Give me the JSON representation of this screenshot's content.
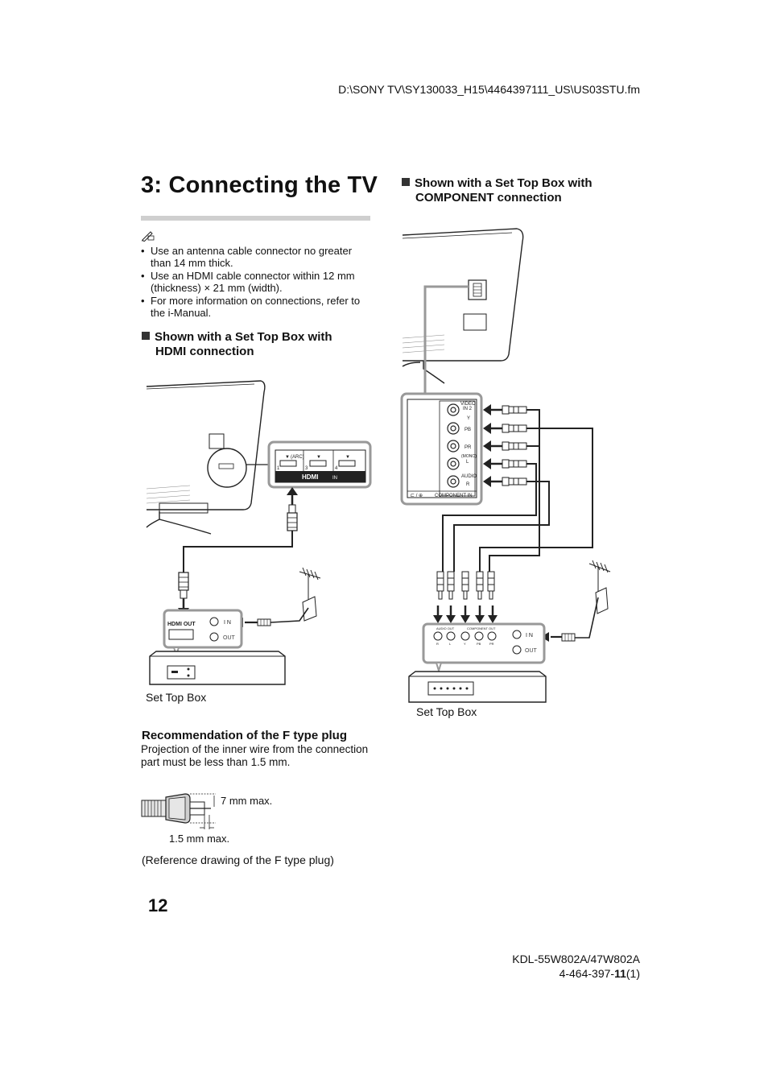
{
  "header": {
    "filepath": "D:\\SONY TV\\SY130033_H15\\4464397111_US\\US03STU.fm"
  },
  "title": "3: Connecting the TV",
  "notes": [
    "Use an antenna cable connector no greater than 14 mm thick.",
    "Use an HDMI cable connector within 12 mm (thickness) × 21 mm (width).",
    "For more information on connections, refer to the i-Manual."
  ],
  "sections": {
    "hdmi": {
      "line1": "Shown with a Set Top Box with",
      "line2": "HDMI connection"
    },
    "component": {
      "line1": "Shown with a Set Top Box with",
      "line2": "COMPONENT connection"
    }
  },
  "hdmi_diagram": {
    "arc_label": "(ARC)",
    "port_numbers": [
      "1",
      "3",
      "4"
    ],
    "hdmi_logo": "HDMI",
    "hdmi_in": "IN",
    "stb_hdmi_out": "HDMI OUT",
    "stb_in": "I N",
    "stb_out": "OUT",
    "caption": "Set Top Box"
  },
  "component_diagram": {
    "panel_labels": {
      "video_in": "VIDEO",
      "video_in_num": "IN 2",
      "y": "Y",
      "pb": "PB",
      "pr": "PR",
      "mono": "(MONO)",
      "l": "L",
      "audio": "AUDIO",
      "r": "R",
      "component_in": "COMPONENT  IN"
    },
    "stb_audio_out": "AUDIO OUT",
    "stb_component_out": "COMPONENT OUT",
    "stb_jack_labels": [
      "R",
      "L",
      "Y",
      "PB",
      "PR"
    ],
    "stb_in": "I N",
    "stb_out": "OUT",
    "caption": "Set Top Box"
  },
  "f_plug": {
    "title": "Recommendation of the F type plug",
    "body": "Projection of the inner wire from the connection part must be less than 1.5 mm.",
    "dim_7mm": "7 mm max.",
    "dim_15mm": "1.5 mm max.",
    "reference": "(Reference drawing of the F type plug)"
  },
  "page_number": "12",
  "footer": {
    "model": "KDL-55W802A/47W802A",
    "code_prefix": "4-464-397-",
    "code_bold": "11",
    "code_suffix": "(1)"
  }
}
